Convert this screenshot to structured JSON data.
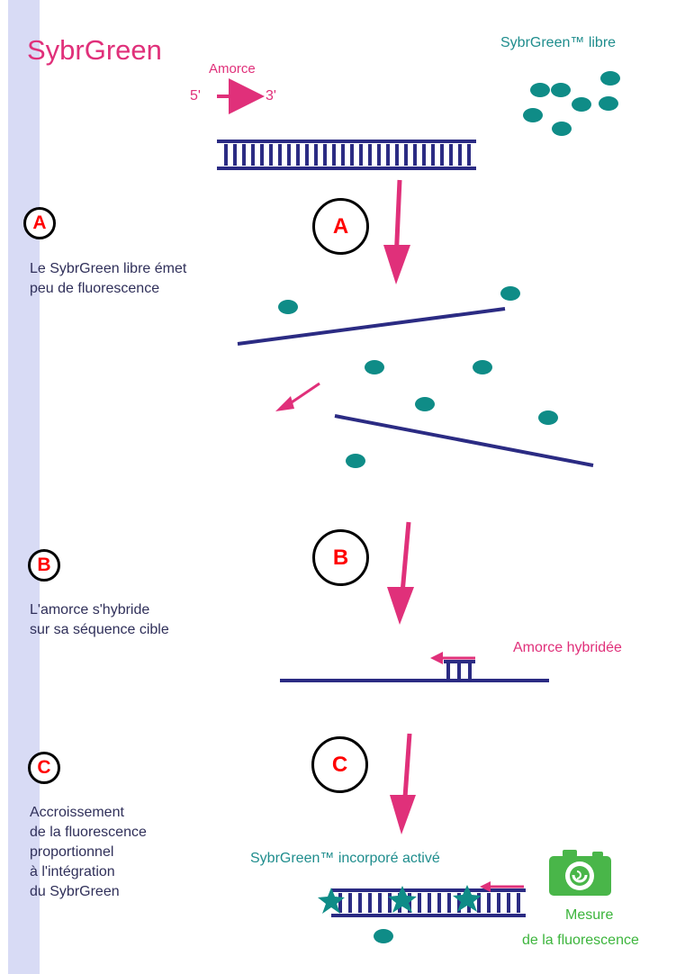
{
  "title": "SybrGreen",
  "primer": {
    "label": "Amorce",
    "end5": "5'",
    "end3": "3'"
  },
  "free_sybr_label": "SybrGreen™ libre",
  "steps": {
    "a": {
      "badge": "A",
      "caption_lines": [
        "Le SybrGreen libre émet",
        "peu de fluorescence"
      ]
    },
    "b": {
      "badge": "B",
      "caption_lines": [
        "L'amorce s'hybride",
        "sur sa séquence cible"
      ]
    },
    "c": {
      "badge": "C",
      "caption_lines": [
        "Accroissement",
        "de la fluorescence",
        "proportionnel",
        "à l'intégration",
        "du SybrGreen"
      ]
    }
  },
  "labels": {
    "hybridized_primer": "Amorce hybridée",
    "incorporated_active": "SybrGreen™ incorporé activé",
    "measure_line1": "Mesure",
    "measure_line2": "de la fluorescence"
  },
  "colors": {
    "title_magenta": "#e0307a",
    "teal": "#1f8d8d",
    "dot_teal": "#0f8c87",
    "dna_blue": "#2b2b83",
    "badge_red": "#ff0000",
    "green": "#3db53d",
    "left_bar": "#d8dbf5"
  },
  "icons": {
    "camera": "camera-icon",
    "star": "star-icon",
    "arrow": "arrow-icon"
  }
}
